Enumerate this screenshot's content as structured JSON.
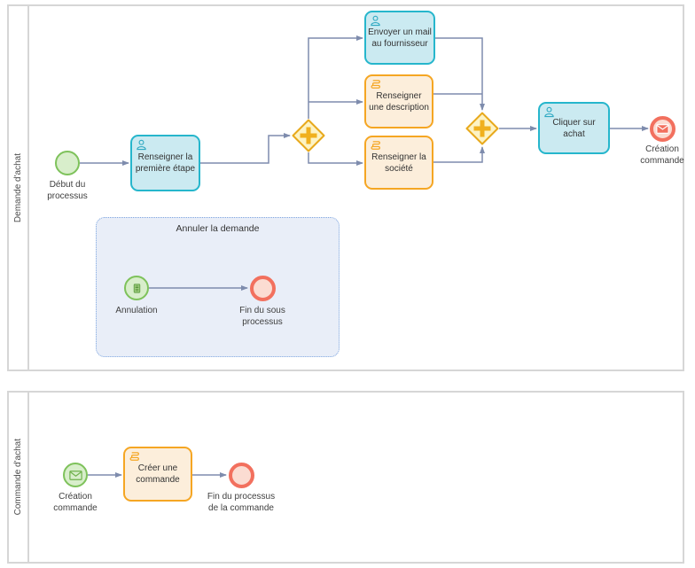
{
  "diagram": {
    "kind": "bpmn-process-diagram",
    "pools": {
      "demande": {
        "lane_label": "Demande d'achat"
      },
      "commande": {
        "lane_label": "Commande d'achat"
      }
    },
    "nodes": {
      "start_process": {
        "label": "Début du processus",
        "kind": "start-event"
      },
      "task_premiere_etape": {
        "label": "Renseigner la première étape",
        "kind": "user-task"
      },
      "gateway_split": {
        "kind": "parallel-gateway"
      },
      "task_envoyer_mail": {
        "label": "Envoyer un mail au fournisseur",
        "kind": "user-task"
      },
      "task_description": {
        "label": "Renseigner une description",
        "kind": "script-task"
      },
      "task_societe": {
        "label": "Renseigner la société",
        "kind": "script-task"
      },
      "gateway_join": {
        "kind": "parallel-gateway"
      },
      "task_cliquer_achat": {
        "label": "Cliquer sur achat",
        "kind": "user-task"
      },
      "end_creation_commande": {
        "label": "Création commande",
        "kind": "message-end-event"
      },
      "subprocess_annuler": {
        "label": "Annuler la demande",
        "kind": "subprocess-group"
      },
      "start_annulation": {
        "label": "Annulation",
        "kind": "conditional-start-event"
      },
      "end_sous_processus": {
        "label": "Fin du sous processus",
        "kind": "end-event"
      },
      "start_creation_commande": {
        "label": "Création commande",
        "kind": "message-start-event"
      },
      "task_creer_commande": {
        "label": "Créer une commande",
        "kind": "script-task"
      },
      "end_processus_commande": {
        "label": "Fin du processus de la commande",
        "kind": "end-event"
      }
    },
    "colors": {
      "user_task_fill": "#CBEAF1",
      "user_task_border": "#26B6CC",
      "script_task_fill": "#FCEEDB",
      "script_task_border": "#F5A623",
      "start_event_fill": "#D8EECB",
      "start_event_border": "#7EC25B",
      "end_event_fill": "#FBDCD2",
      "end_event_border": "#F2705E",
      "gateway_fill": "#FDF3C4",
      "gateway_border": "#E8A91C",
      "gateway_plus": "#F0B01E",
      "edge": "#7E8CAD",
      "subprocess_fill": "#E9EEF8",
      "subprocess_border": "#7EA6E0",
      "pool_border": "#D6D6D6",
      "label_text": "#404040"
    }
  }
}
